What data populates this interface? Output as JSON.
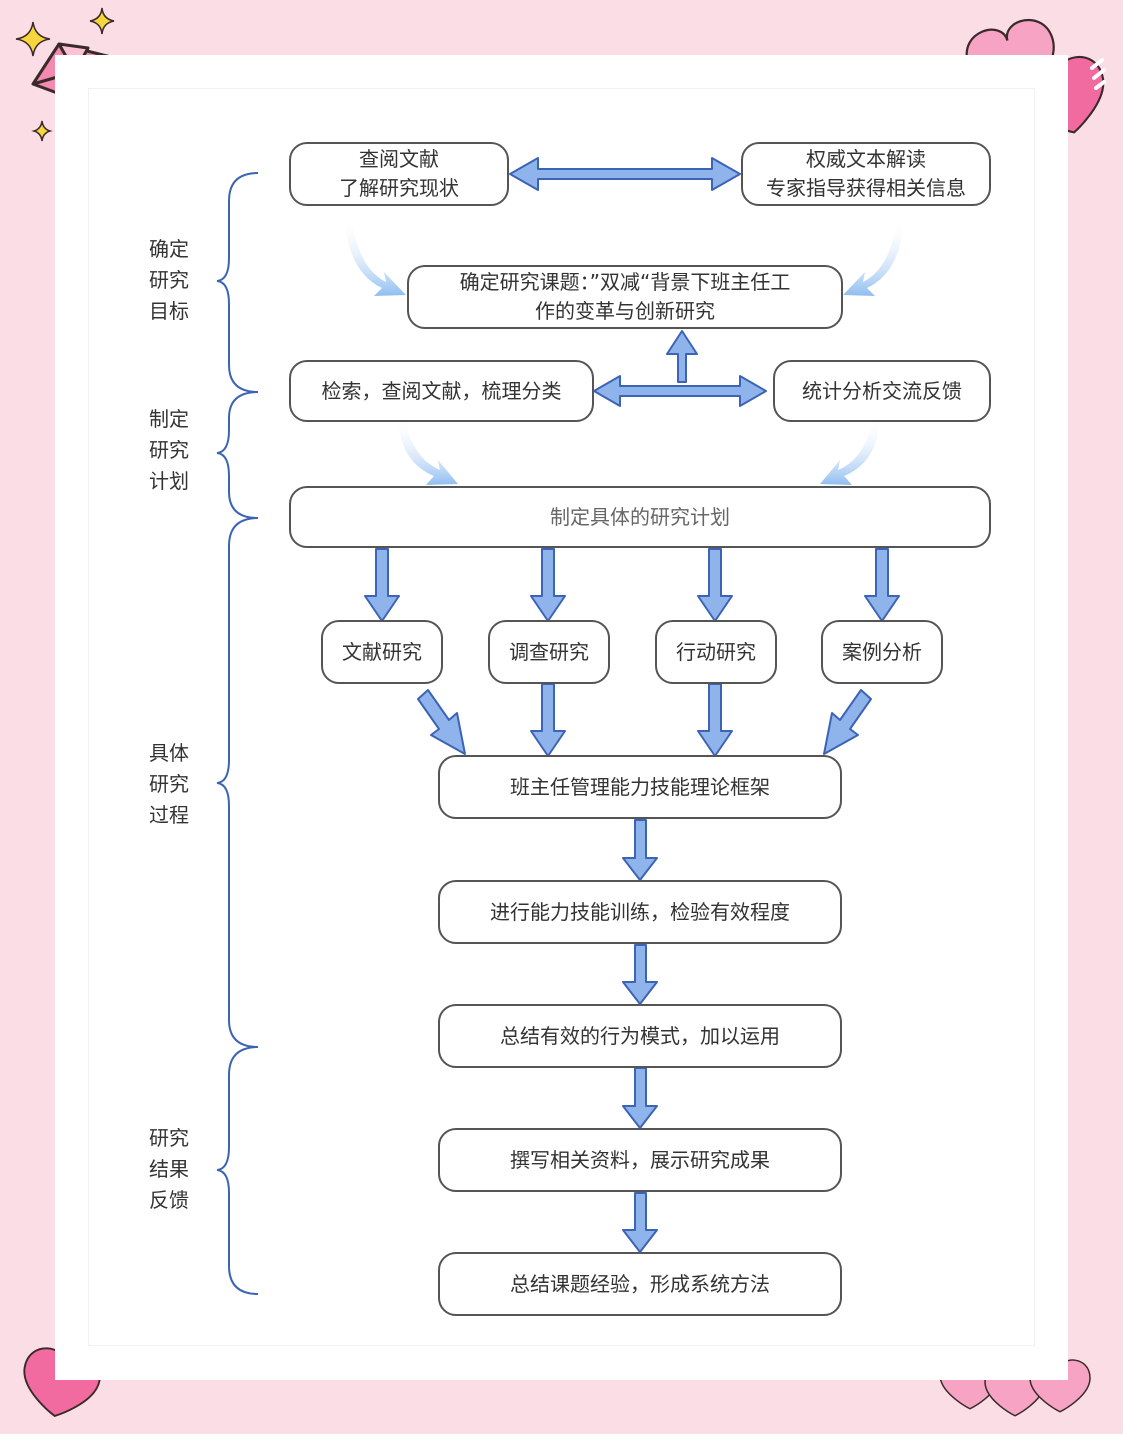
{
  "stages": [
    {
      "lines": [
        "确定",
        "研究",
        "目标"
      ]
    },
    {
      "lines": [
        "制定",
        "研究",
        "计划"
      ]
    },
    {
      "lines": [
        "具体",
        "研究",
        "过程"
      ]
    },
    {
      "lines": [
        "研究",
        "结果",
        "反馈"
      ]
    }
  ],
  "nodes": {
    "lit_review": {
      "lines": [
        "查阅文献",
        "了解研究现状"
      ]
    },
    "authority": {
      "lines": [
        "权威文本解读",
        "专家指导获得相关信息"
      ]
    },
    "topic": {
      "lines": [
        "确定研究课题：”双减“背景下班主任工",
        "作的变革与创新研究"
      ]
    },
    "search": {
      "label": "检索，查阅文献，梳理分类"
    },
    "stats": {
      "label": "统计分析交流反馈"
    },
    "plan": {
      "label": "制定具体的研究计划"
    },
    "methods": [
      "文献研究",
      "调查研究",
      "行动研究",
      "案例分析"
    ],
    "chain": [
      "班主任管理能力技能理论框架",
      "进行能力技能训练，检验有效程度",
      "总结有效的行为模式，加以运用",
      "撰写相关资料，展示研究成果",
      "总结课题经验，形成系统方法"
    ]
  },
  "colors": {
    "arrow_fill": "#8fb4ec",
    "arrow_stroke": "#3d64b4",
    "curve_arrow": "#a9cdf2",
    "box_border": "#555555",
    "page_bg": "#fbdde6",
    "heart_dark": "#f26ba0",
    "heart_light": "#f7a3c3",
    "gem": "#f48ab1",
    "sparkle": "#f5d63d"
  },
  "decorations": [
    "gem-icon",
    "sparkle-icon",
    "heart-icon"
  ]
}
